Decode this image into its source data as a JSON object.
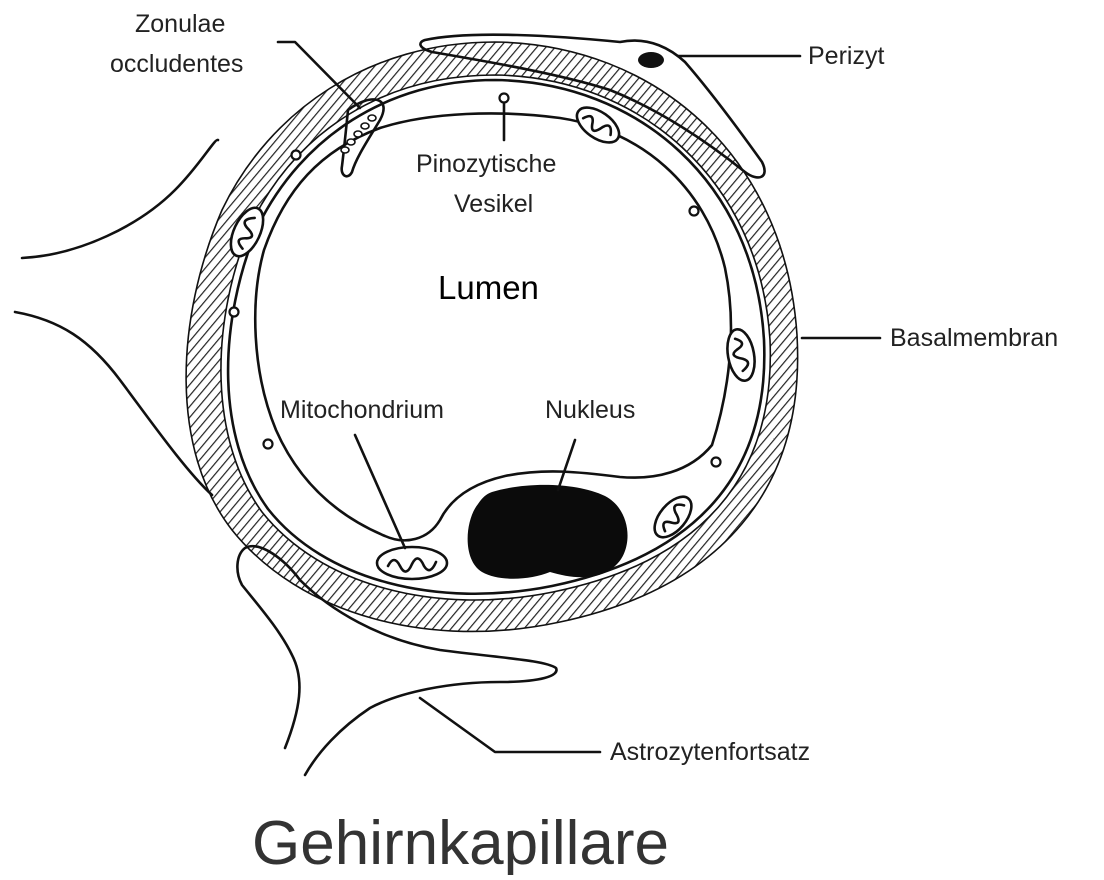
{
  "diagram": {
    "title": "Gehirnkapillare",
    "lumen_label": "Lumen",
    "labels": {
      "zonulae_line1": "Zonulae",
      "zonulae_line2": "occludentes",
      "perizyt": "Perizyt",
      "pinozytische_line1": "Pinozytische",
      "pinozytische_line2": "Vesikel",
      "basalmembran": "Basalmembran",
      "mitochondrium": "Mitochondrium",
      "nukleus": "Nukleus",
      "astrozytenfortsatz": "Astrozytenfortsatz"
    },
    "colors": {
      "ink": "#111111",
      "label_text": "#222222",
      "title_text": "#333333",
      "background": "#ffffff"
    }
  }
}
